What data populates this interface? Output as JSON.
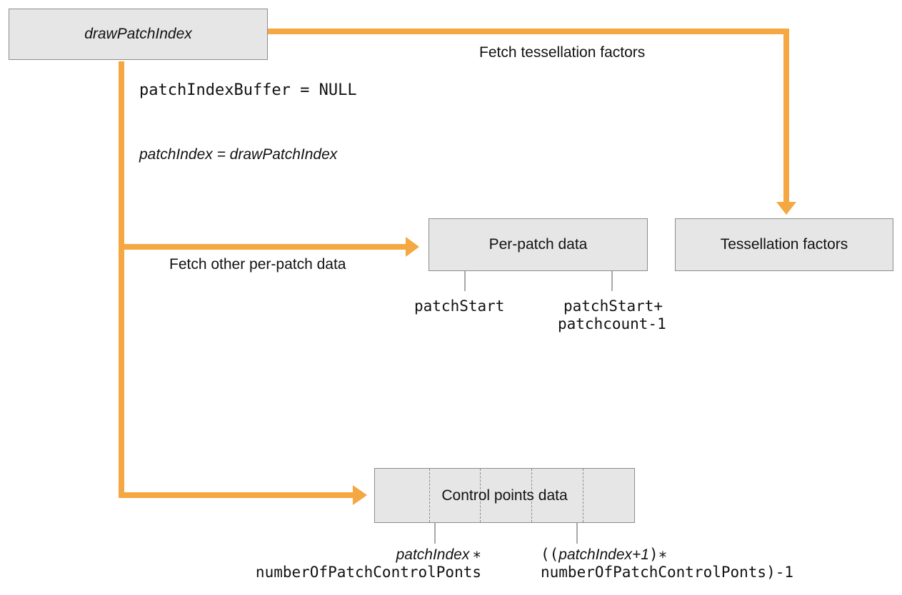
{
  "diagram": {
    "colors": {
      "arrow": "#F5A742",
      "box_fill": "#E6E6E6",
      "box_border": "#8C8C8C"
    },
    "boxes": {
      "draw_patch_index": "drawPatchIndex",
      "per_patch_data": "Per-patch data",
      "tessellation_factors": "Tessellation factors",
      "control_points_data": "Control points data"
    },
    "labels": {
      "fetch_tessellation_factors": "Fetch tessellation factors",
      "patch_index_buffer": "patchIndexBuffer = NULL",
      "patch_index_assign": "patchIndex = drawPatchIndex",
      "fetch_other_per_patch_data": "Fetch other per-patch data",
      "patch_start": "patchStart",
      "patch_end_line1": "patchStart+",
      "patch_end_line2": "patchcount-1",
      "cp_start_line1_italic": "patchIndex",
      "cp_start_line1_op": "∗",
      "cp_start_line2": "numberOfPatchControlPonts",
      "cp_end_line1_open": "((",
      "cp_end_line1_italic": "patchIndex+1",
      "cp_end_line1_close": ")∗",
      "cp_end_line2": "numberOfPatchControlPonts)-1"
    }
  }
}
